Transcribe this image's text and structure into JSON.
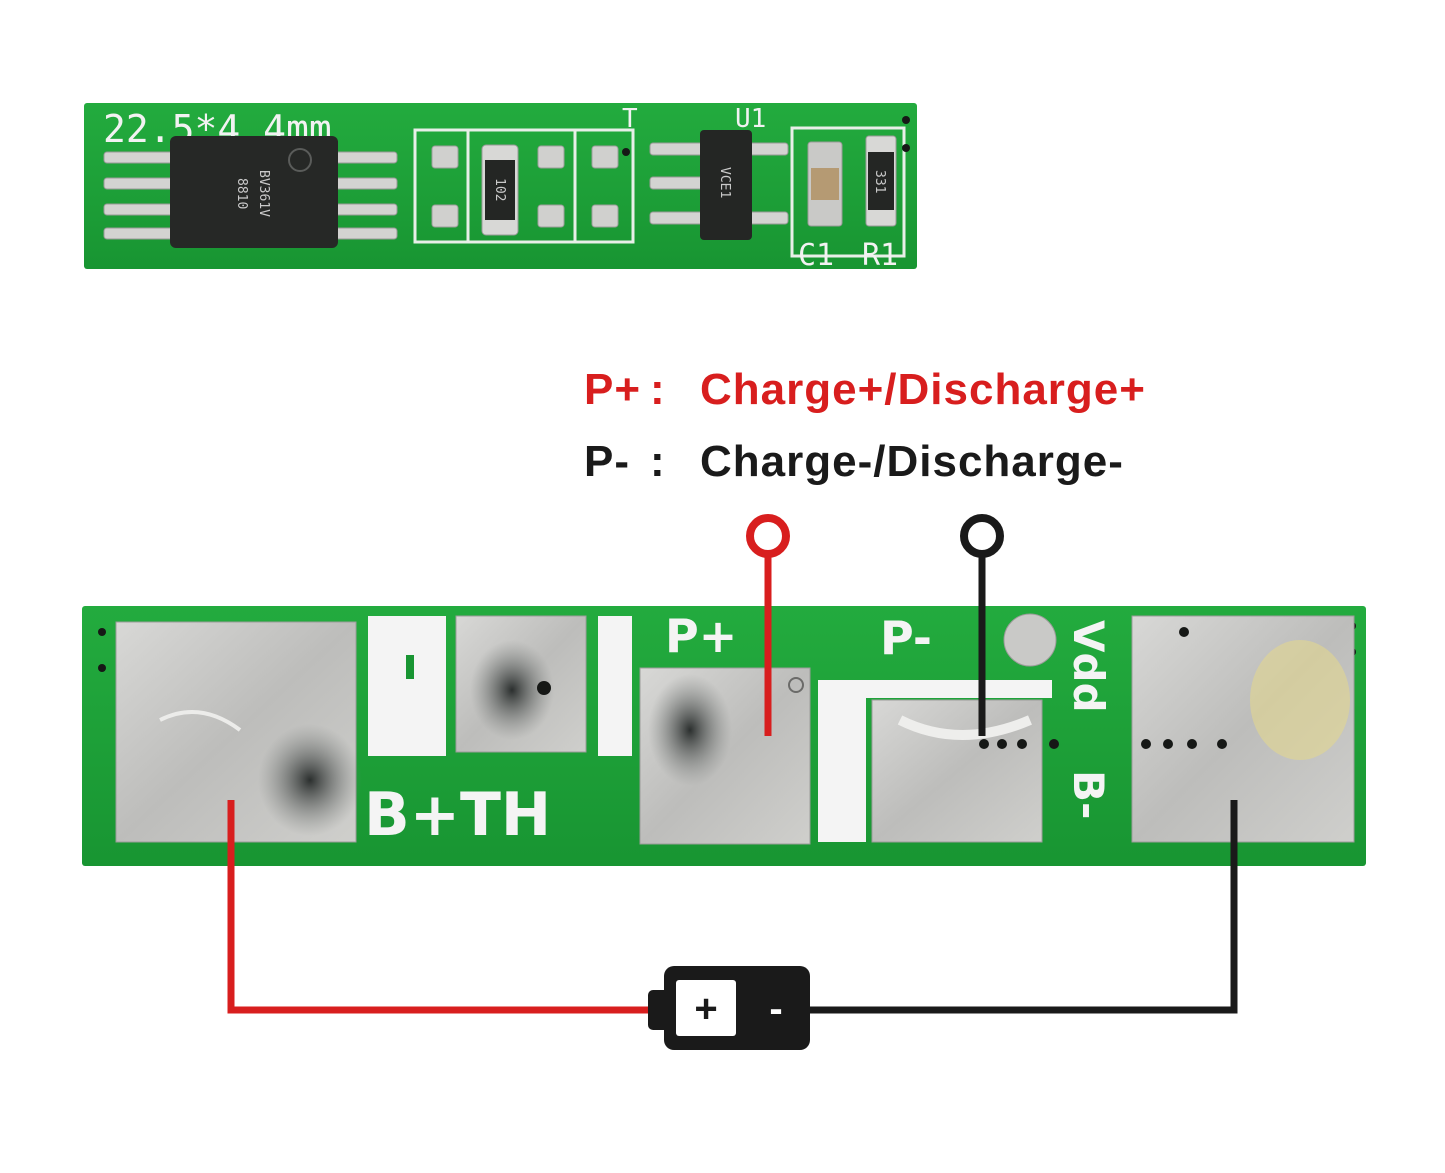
{
  "top_board": {
    "size_label": "22.5*4.4mm",
    "ic_main_line1": "BV361V",
    "ic_main_line2": "8810",
    "label_t": "T",
    "label_u1": "U1",
    "mosfet_mark": "VCE1",
    "resistor_t_mark": "102",
    "resistor_r1_mark": "331",
    "label_c1": "C1",
    "label_r1": "R1"
  },
  "legend": {
    "p_plus": {
      "term": "P+",
      "sep": ":",
      "desc": "Charge+/Discharge+",
      "color": "#d81e1e"
    },
    "p_minus": {
      "term": "P-",
      "sep": ":",
      "desc": "Charge-/Discharge-",
      "color": "#1a1a1a"
    }
  },
  "bottom_board": {
    "label_p_plus": "P+",
    "label_p_minus": "P-",
    "label_vdd": "Vdd",
    "label_b_minus": "B-",
    "label_b_plus_th": "B+TH"
  },
  "battery": {
    "plus_symbol": "+",
    "minus_symbol": "-"
  },
  "colors": {
    "pcb_green": "#1fa33a",
    "positive_wire": "#d81e1e",
    "negative_wire": "#1a1a1a"
  }
}
